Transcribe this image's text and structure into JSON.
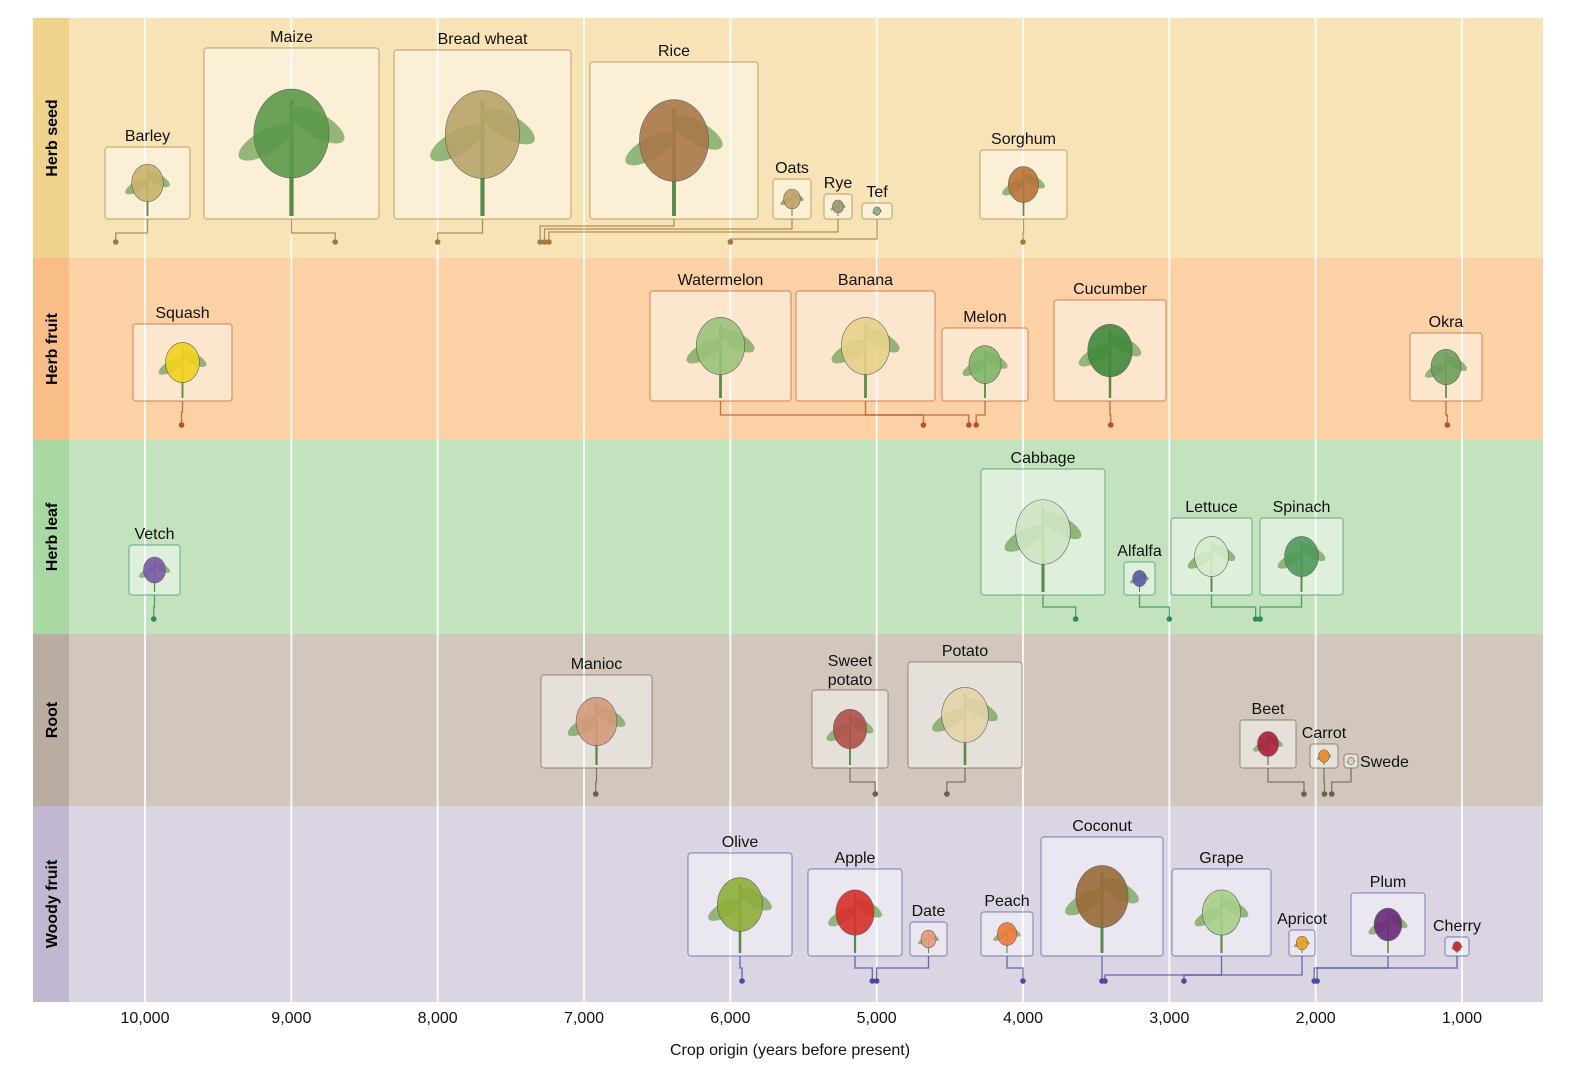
{
  "chart_data": {
    "type": "scatter",
    "title": "",
    "xlabel": "Crop origin (years before present)",
    "xlim": [
      10700,
      550
    ],
    "x_reversed": true,
    "xticks": [
      10000,
      9000,
      8000,
      7000,
      6000,
      5000,
      4000,
      3000,
      2000,
      1000
    ],
    "xtick_labels": [
      "10,000",
      "9,000",
      "8,000",
      "7,000",
      "6,000",
      "5,000",
      "4,000",
      "3,000",
      "2,000",
      "1,000"
    ],
    "grid": true,
    "categories": [
      {
        "name": "Herb seed",
        "color": "#f7e3b5",
        "strip": "#efd38d",
        "accent": "#a07a3a",
        "crops": [
          {
            "name": "Barley",
            "year": 10200,
            "icon_color": "#c9b26a"
          },
          {
            "name": "Maize",
            "year": 8700,
            "icon_color": "#5c9a4a"
          },
          {
            "name": "Bread wheat",
            "year": 8000,
            "icon_color": "#b9a46a"
          },
          {
            "name": "Rice",
            "year": 7300,
            "icon_color": "#a8794a"
          },
          {
            "name": "Oats",
            "year": 7270,
            "icon_color": "#c4a16a"
          },
          {
            "name": "Rye",
            "year": 7240,
            "icon_color": "#9e9a70"
          },
          {
            "name": "Tef",
            "year": 6000,
            "icon_color": "#8fae8a"
          },
          {
            "name": "Sorghum",
            "year": 4000,
            "icon_color": "#b8733a"
          }
        ]
      },
      {
        "name": "Herb fruit",
        "color": "#fcd1a6",
        "strip": "#f9be87",
        "accent": "#b5532a",
        "crops": [
          {
            "name": "Squash",
            "year": 9750,
            "icon_color": "#f2d21c"
          },
          {
            "name": "Watermelon",
            "year": 4680,
            "icon_color": "#9cc27a"
          },
          {
            "name": "Banana",
            "year": 4370,
            "icon_color": "#e8d28a"
          },
          {
            "name": "Melon",
            "year": 4320,
            "icon_color": "#7fb66a"
          },
          {
            "name": "Cucumber",
            "year": 3400,
            "icon_color": "#3f8a3a"
          },
          {
            "name": "Okra",
            "year": 1100,
            "icon_color": "#6ea05a"
          }
        ]
      },
      {
        "name": "Herb leaf",
        "color": "#c3e3be",
        "strip": "#a8d9a3",
        "accent": "#2e8a5a",
        "crops": [
          {
            "name": "Vetch",
            "year": 9940,
            "icon_color": "#7a5aa8"
          },
          {
            "name": "Cabbage",
            "year": 3640,
            "icon_color": "#cfe6c4"
          },
          {
            "name": "Alfalfa",
            "year": 3000,
            "icon_color": "#5a5aa8"
          },
          {
            "name": "Lettuce",
            "year": 2410,
            "icon_color": "#d6eccd"
          },
          {
            "name": "Spinach",
            "year": 2380,
            "icon_color": "#4f9a5a"
          }
        ]
      },
      {
        "name": "Root",
        "color": "#d1c7bd",
        "strip": "#b9ada1",
        "accent": "#6e6045",
        "crops": [
          {
            "name": "Manioc",
            "year": 6920,
            "icon_color": "#d49a7a"
          },
          {
            "name": "Sweet potato",
            "year": 5010,
            "icon_color": "#b0504a"
          },
          {
            "name": "Potato",
            "year": 4520,
            "icon_color": "#e5d4a8"
          },
          {
            "name": "Beet",
            "year": 2080,
            "icon_color": "#a8203a"
          },
          {
            "name": "Carrot",
            "year": 1940,
            "icon_color": "#f08a2a"
          },
          {
            "name": "Swede",
            "year": 1890,
            "icon_color": "#e8d8c8"
          }
        ]
      },
      {
        "name": "Woody fruit",
        "color": "#dad4e3",
        "strip": "#c1b7d0",
        "accent": "#4a4aa0",
        "crops": [
          {
            "name": "Olive",
            "year": 5920,
            "icon_color": "#8fae3a"
          },
          {
            "name": "Apple",
            "year": 5030,
            "icon_color": "#d8302a"
          },
          {
            "name": "Date",
            "year": 5000,
            "icon_color": "#e89a7a"
          },
          {
            "name": "Peach",
            "year": 4000,
            "icon_color": "#f07a3a"
          },
          {
            "name": "Coconut",
            "year": 3460,
            "icon_color": "#9a6a3a"
          },
          {
            "name": "Grape",
            "year": 3440,
            "icon_color": "#a8d08a"
          },
          {
            "name": "Apricot",
            "year": 2900,
            "icon_color": "#f0a020"
          },
          {
            "name": "Plum",
            "year": 2010,
            "icon_color": "#6a2a7a"
          },
          {
            "name": "Cherry",
            "year": 1990,
            "icon_color": "#c8202a"
          }
        ]
      }
    ]
  }
}
